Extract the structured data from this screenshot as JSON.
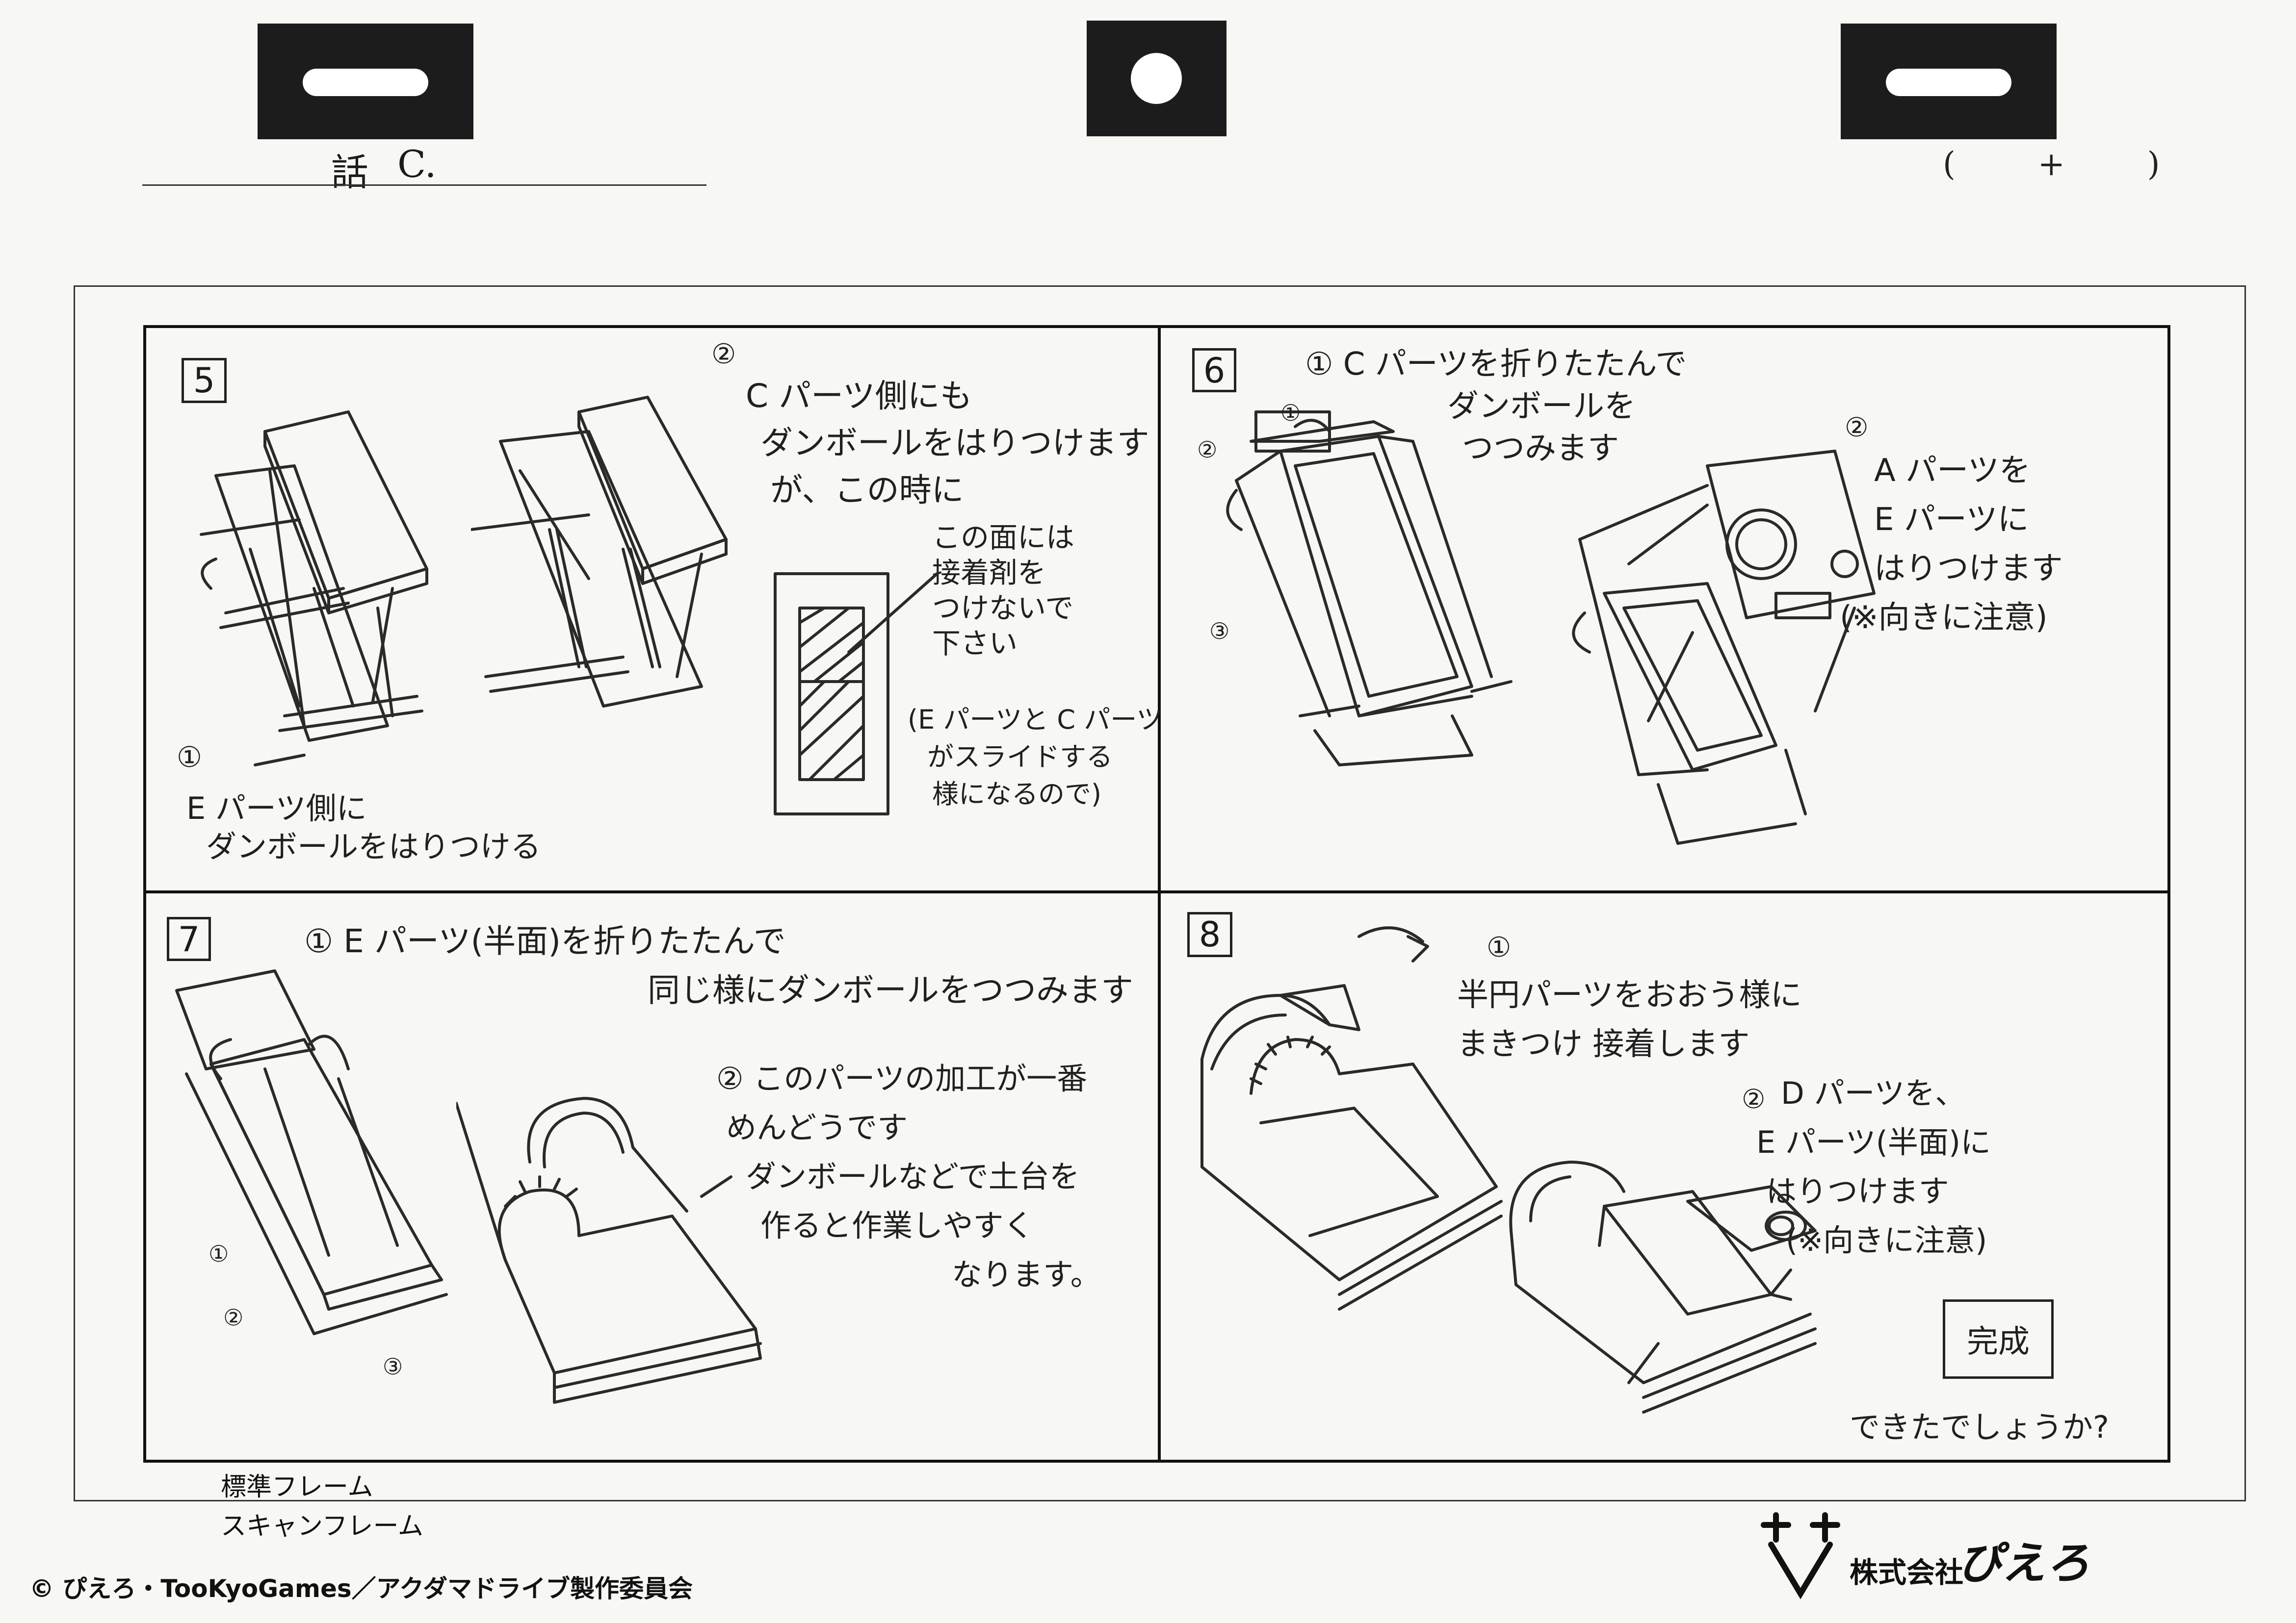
{
  "header": {
    "episode_label": "話",
    "cut_label": "C.",
    "counter": "(        +        )"
  },
  "panels": {
    "p5": {
      "step": "5",
      "n1": "①",
      "text1_lines": [
        "E パーツ側に",
        "ダンボールをはりつける"
      ],
      "n2": "②",
      "text2_lines": [
        "C パーツ側にも",
        "ダンボールをはりつけます",
        "が、この時に"
      ],
      "note_lines": [
        "この面には",
        "接着剤を",
        "つけないで",
        "下さい"
      ],
      "paren_lines": [
        "(E パーツと C パーツ",
        "がスライドする",
        "様になるので)"
      ]
    },
    "p6": {
      "step": "6",
      "n1": "①",
      "text1_lines": [
        "C パーツを折りたたんで",
        "ダンボールを",
        "つつみます"
      ],
      "m1": "①",
      "m2": "②",
      "m3": "③",
      "n2": "②",
      "text2_lines": [
        "A パーツを",
        "E パーツに",
        "はりつけます",
        "(※向きに注意)"
      ]
    },
    "p7": {
      "step": "7",
      "n1": "①",
      "text1_lines": [
        "E パーツ(半面)を折りたたんで",
        "同じ様にダンボールをつつみます"
      ],
      "n2": "②",
      "text2_lines": [
        "このパーツの加工が一番",
        "めんどうです",
        "ダンボールなどで土台を",
        "作ると作業しやすく",
        "なります。"
      ],
      "m1": "①",
      "m2": "②",
      "m3": "③"
    },
    "p8": {
      "step": "8",
      "n1": "①",
      "text1_lines": [
        "半円パーツをおおう様に",
        "まきつけ 接着します"
      ],
      "n2": "②",
      "text2_lines": [
        "D パーツを、",
        "E パーツ(半面)に",
        "はりつけます",
        "(※向きに注意)"
      ],
      "boxed": "完成",
      "final": "できたでしょうか?"
    }
  },
  "footer": {
    "frame_standard": "標準フレーム",
    "frame_scan": "スキャンフレーム",
    "copyright": "© ぴえろ・TooKyoGames／アクダマドライブ製作委員会",
    "company": "株式会社",
    "logo_word": "ぴえろ"
  }
}
